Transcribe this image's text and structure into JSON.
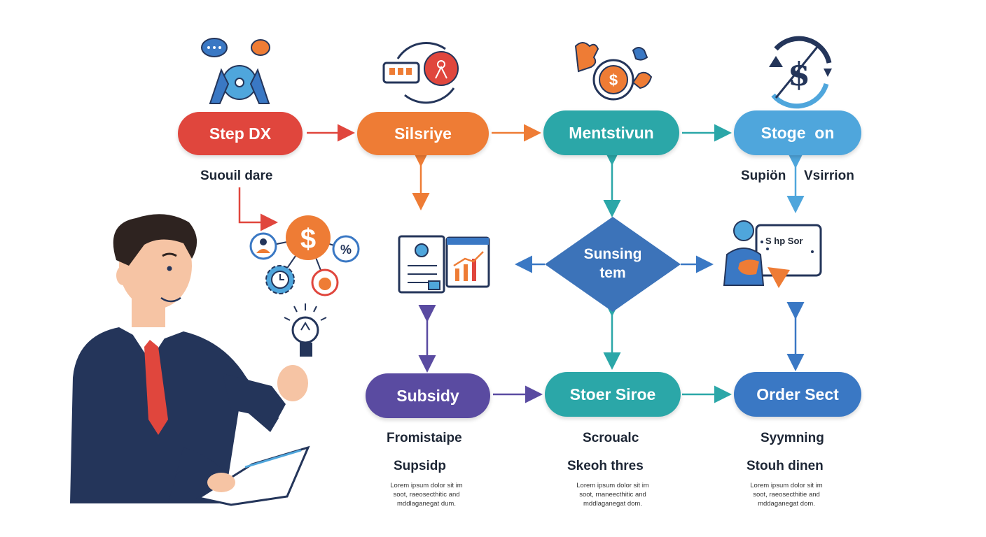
{
  "steps": {
    "step1": "Step DX",
    "step2": "Silsriye",
    "step3": "Mentstivun",
    "step4": "Stoge  on",
    "step5": "Subsidy",
    "step6": "Stoer Siroe",
    "step7": "Order Sect"
  },
  "labels": {
    "step1_sub": "Suouil dare",
    "step4_sub_left": "Supiön",
    "step4_sub_right": "Vsirrion"
  },
  "decision": {
    "line1": "Sunsing",
    "line2": "tem"
  },
  "bubble": {
    "text": "S hp Sor"
  },
  "bottom": {
    "col1": {
      "title": "Fromistaipe",
      "subtitle": "Supsidp",
      "body1": "Lorem ipsum dolor sit im",
      "body2": "soot, raeosecthitic and",
      "body3": "mddlaganegat dum."
    },
    "col2": {
      "title": "Scroualc",
      "subtitle": "Skeoh thres",
      "body1": "Lorem ipsum dolor sit im",
      "body2": "soot, rnaneecthitic and",
      "body3": "mddlaganegat dom."
    },
    "col3": {
      "title": "Syymning",
      "subtitle": "Stouh dinen",
      "body1": "Lorem ipsum dolor sit im",
      "body2": "soot, raeosecthitie and",
      "body3": "mddaganegat dom."
    }
  },
  "icons": {
    "finance_cluster": [
      "user-icon",
      "dollar-icon",
      "percent-icon",
      "gear-clock-icon",
      "money-bag-icon"
    ],
    "top_icons": [
      "chat-hands-icon",
      "basket-cycle-icon",
      "puzzle-dollar-icon",
      "dollar-cycle-icon"
    ],
    "middle_icons": [
      "report-chart-icon",
      "presenter-icon"
    ],
    "figure": "businessman-illustration"
  },
  "colors": {
    "red": "#e0463d",
    "orange": "#ee7c35",
    "teal": "#2ba7a8",
    "light_blue": "#4fa6dc",
    "purple": "#5a4ba1",
    "blue": "#3a78c4",
    "diamond": "#3c73b9",
    "navy": "#24355a"
  }
}
